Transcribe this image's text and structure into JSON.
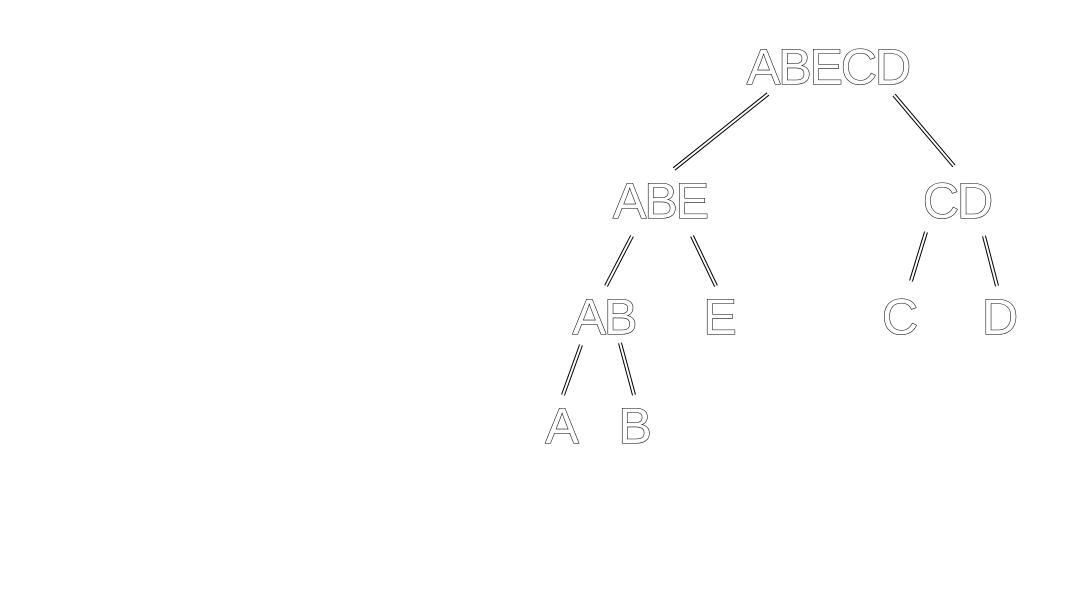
{
  "tree": {
    "root": "ABECD",
    "nodes": [
      {
        "id": "abecd",
        "label": "ABECD",
        "children": [
          "abe",
          "cd"
        ]
      },
      {
        "id": "abe",
        "label": "ABE",
        "children": [
          "ab",
          "e"
        ]
      },
      {
        "id": "cd",
        "label": "CD",
        "children": [
          "c",
          "d"
        ]
      },
      {
        "id": "ab",
        "label": "AB",
        "children": [
          "a",
          "b"
        ]
      },
      {
        "id": "e",
        "label": "E",
        "children": []
      },
      {
        "id": "c",
        "label": "C",
        "children": []
      },
      {
        "id": "d",
        "label": "D",
        "children": []
      },
      {
        "id": "a",
        "label": "A",
        "children": []
      },
      {
        "id": "b",
        "label": "B",
        "children": []
      }
    ]
  },
  "colors": {
    "background": "#ffffff",
    "outline": "#000000",
    "fill": "#ffffff"
  }
}
